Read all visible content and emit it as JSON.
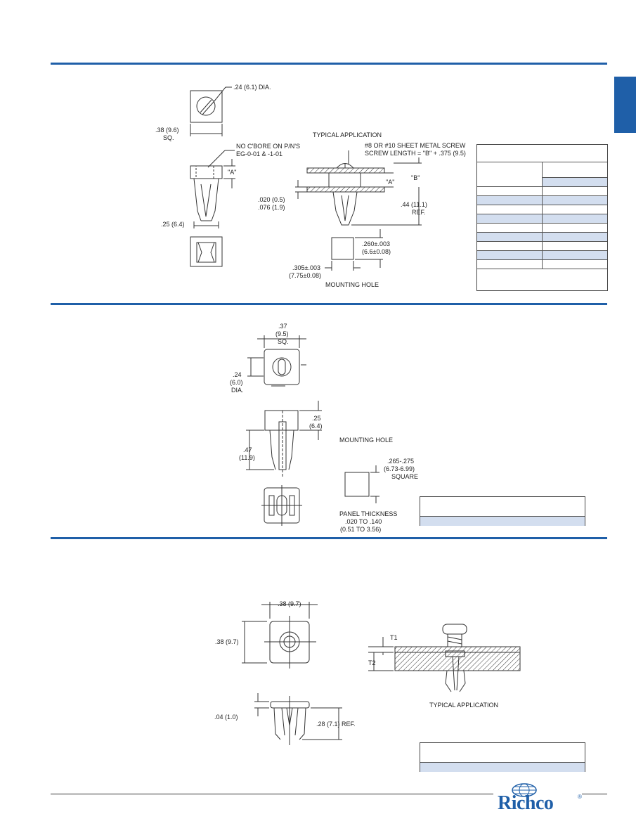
{
  "section1": {
    "top_dia": ".24 (6.1) DIA.",
    "sq_value": ".38 (9.6)",
    "sq_unit": "SQ.",
    "note_line1": "NO C'BORE ON P/N'S",
    "note_line2": "EG-0-01 & -1-01",
    "a_label": "\"A\"",
    "width_25": ".25 (6.4)",
    "typical_application": "TYPICAL APPLICATION",
    "screw_line1": "#8 OR #10 SHEET METAL SCREW",
    "screw_line2": "SCREW LENGTH = \"B\" + .375 (9.5)",
    "a_label2": "\"A\"",
    "b_label": "\"B\"",
    "thk1": ".020 (0.5)",
    "thk2": ".076 (1.9)",
    "ref_value": ".44 (11.1)",
    "ref_unit": "REF.",
    "hole_h1": ".260±.003",
    "hole_h2": "(6.6±0.08)",
    "hole_w1": ".305±.003",
    "hole_w2": "(7.75±0.08)",
    "mounting_hole": "MOUNTING HOLE"
  },
  "section2": {
    "sq_1": ".37",
    "sq_2": "(9.5)",
    "sq_3": "SQ.",
    "dia_1": ".24",
    "dia_2": "(6.0)",
    "dia_3": "DIA.",
    "h25_1": ".25",
    "h25_2": "(6.4)",
    "h47_1": ".47",
    "h47_2": "(11.9)",
    "mounting_hole": "MOUNTING HOLE",
    "hole_1": ".265-.275",
    "hole_2": "(6.73-6.99)",
    "hole_3": "SQUARE",
    "panel_1": "PANEL THICKNESS",
    "panel_2": ".020  TO  .140",
    "panel_3": "(0.51  TO  3.56)"
  },
  "section3": {
    "width": ".38 (9.7)",
    "height": ".38 (9.7)",
    "flange": ".04 (1.0)",
    "ref": ".28 (7.1) REF.",
    "t1": "T1",
    "t2": "T2",
    "typical_application": "TYPICAL APPLICATION"
  },
  "colors": {
    "accent": "#1f5fa8",
    "table_shade": "#d3deef"
  }
}
